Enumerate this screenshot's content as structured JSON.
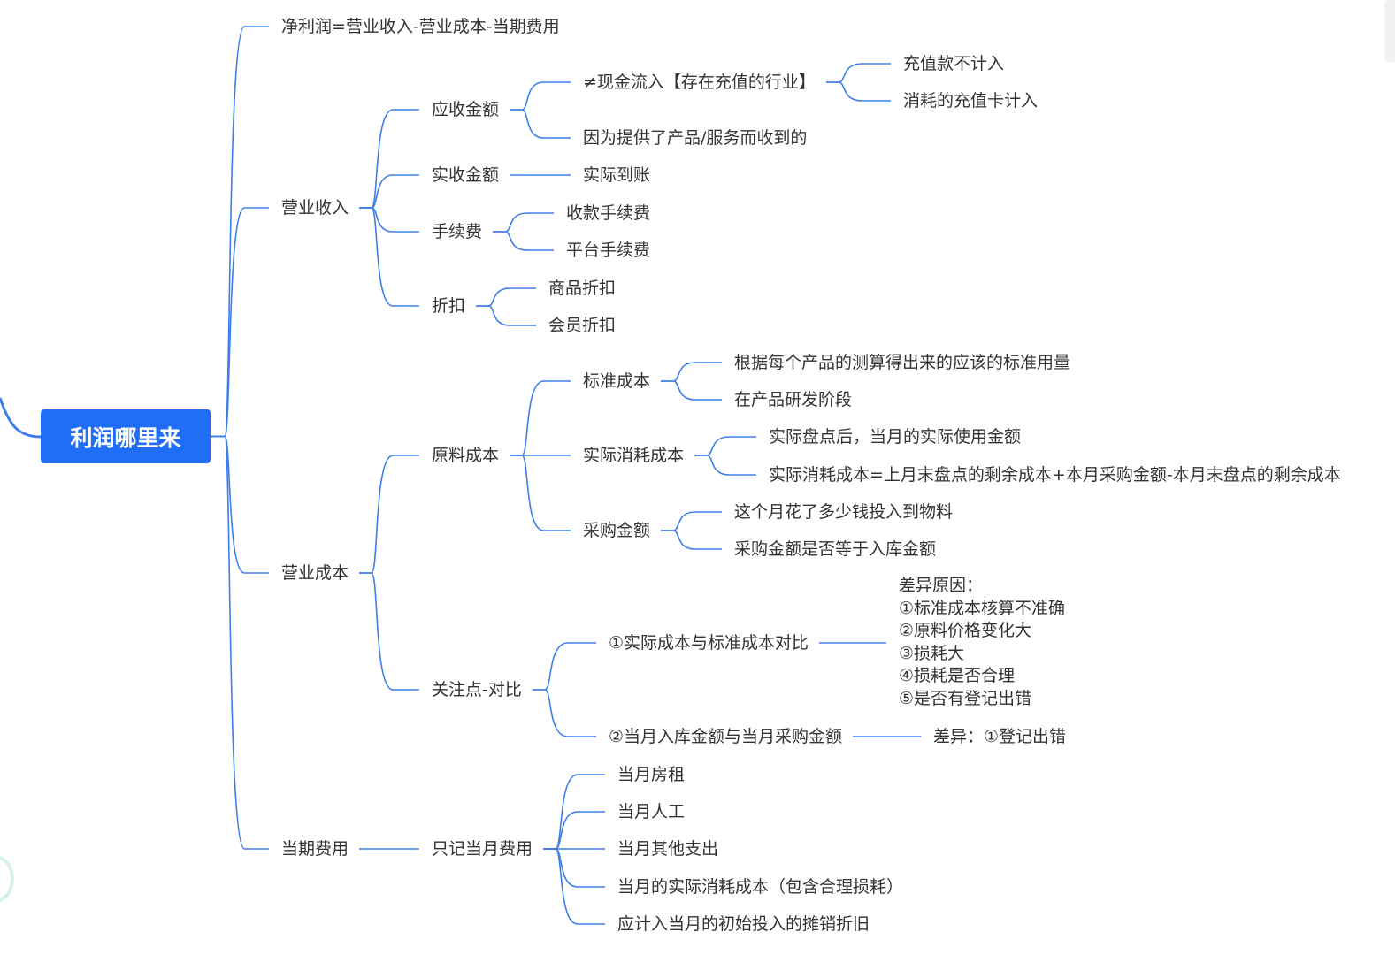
{
  "root": {
    "label": "利润哪里来"
  },
  "colors": {
    "accent": "#1f6ef5",
    "line": "#3f7ee8",
    "text": "#333333"
  },
  "nodes": {
    "net_profit": "净利润=营业收入-营业成本-当期费用",
    "revenue": {
      "label": "营业收入",
      "receivable": {
        "label": "应收金额",
        "not_cash": {
          "label": "≠现金流入【存在充值的行业】",
          "children": [
            "充值款不计入",
            "消耗的充值卡计入"
          ]
        },
        "reason": "因为提供了产品/服务而收到的"
      },
      "received": {
        "label": "实收金额",
        "children": [
          "实际到账"
        ]
      },
      "fees": {
        "label": "手续费",
        "children": [
          "收款手续费",
          "平台手续费"
        ]
      },
      "discount": {
        "label": "折扣",
        "children": [
          "商品折扣",
          "会员折扣"
        ]
      }
    },
    "cost": {
      "label": "营业成本",
      "material": {
        "label": "原料成本",
        "standard": {
          "label": "标准成本",
          "children": [
            "根据每个产品的测算得出来的应该的标准用量",
            "在产品研发阶段"
          ]
        },
        "actual": {
          "label": "实际消耗成本",
          "children": [
            "实际盘点后，当月的实际使用金额",
            "实际消耗成本=上月末盘点的剩余成本+本月采购金额-本月末盘点的剩余成本"
          ]
        },
        "purchase": {
          "label": "采购金额",
          "children": [
            "这个月花了多少钱投入到物料",
            "采购金额是否等于入库金额"
          ]
        }
      },
      "focus": {
        "label": "关注点-对比",
        "compare1": {
          "label": "①实际成本与标准成本对比",
          "detail": "差异原因：\n①标准成本核算不准确\n②原料价格变化大\n③损耗大\n④损耗是否合理\n⑤是否有登记出错"
        },
        "compare2": {
          "label": "②当月入库金额与当月采购金额",
          "detail": "差异：①登记出错"
        }
      }
    },
    "expense": {
      "label": "当期费用",
      "monthly": {
        "label": "只记当月费用",
        "children": [
          "当月房租",
          "当月人工",
          "当月其他支出",
          "当月的实际消耗成本（包含合理损耗）",
          "应计入当月的初始投入的摊销折旧"
        ]
      }
    }
  }
}
